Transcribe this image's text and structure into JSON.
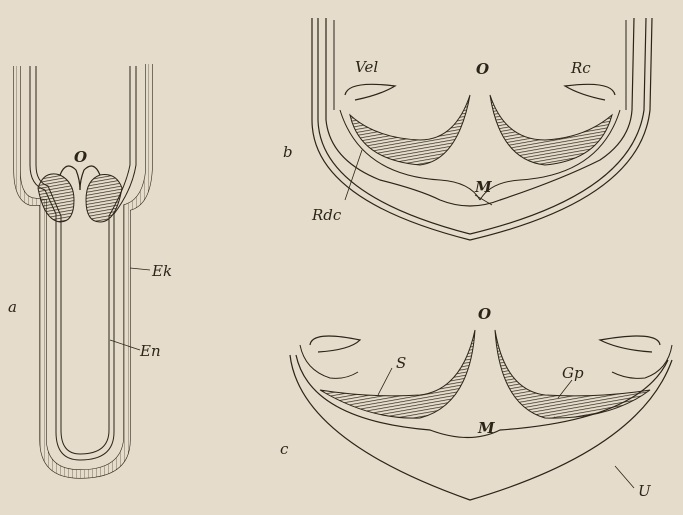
{
  "panels": {
    "a": {
      "letter": "a",
      "labels": {
        "o": "O",
        "ek": "Ek",
        "en": "En"
      }
    },
    "b": {
      "letter": "b",
      "labels": {
        "vel": "Vel",
        "o": "O",
        "rc": "Rc",
        "m": "M",
        "rdc": "Rdc"
      }
    },
    "c": {
      "letter": "c",
      "labels": {
        "o": "O",
        "s": "S",
        "gp": "Gp",
        "m": "M",
        "u": "U"
      }
    }
  },
  "colors": {
    "paper": "#e6dccb",
    "ink": "#2b2419"
  }
}
